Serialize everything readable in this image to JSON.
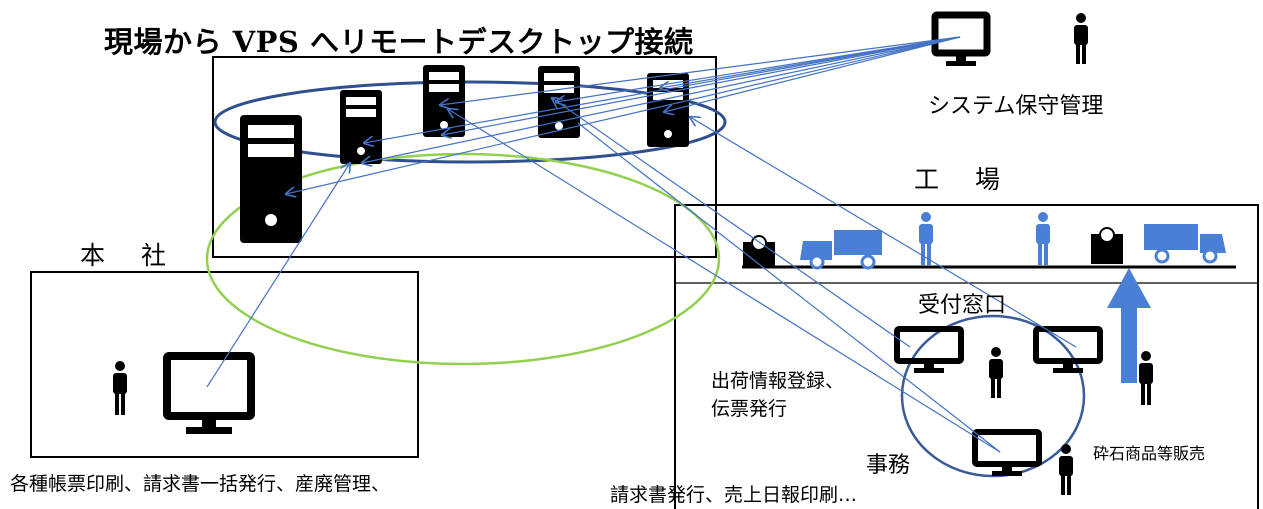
{
  "title": "現場から VPS へリモートデスクトップ接続",
  "maintenance": {
    "label": "システム保守管理"
  },
  "headquarters": {
    "label": "本 社",
    "caption": "各種帳票印刷、請求書一括発行、産廃管理、"
  },
  "factory": {
    "label": "工 場",
    "reception": "受付窓口",
    "shipping": "出荷情報登録、",
    "slip": "伝票発行",
    "office": "事務",
    "sales": "砕石商品等販売",
    "invoice": "請求書発行、売上日報印刷…"
  },
  "colors": {
    "link_line": "#4472c4",
    "server_ring": "#2f4f8f",
    "hq_ring": "#92d050",
    "counter_ring": "#3a5a9a",
    "arrow": "#4a7fd6"
  },
  "icons": [
    "server-icon",
    "monitor-icon",
    "person-icon",
    "truck-icon",
    "scale-icon"
  ]
}
